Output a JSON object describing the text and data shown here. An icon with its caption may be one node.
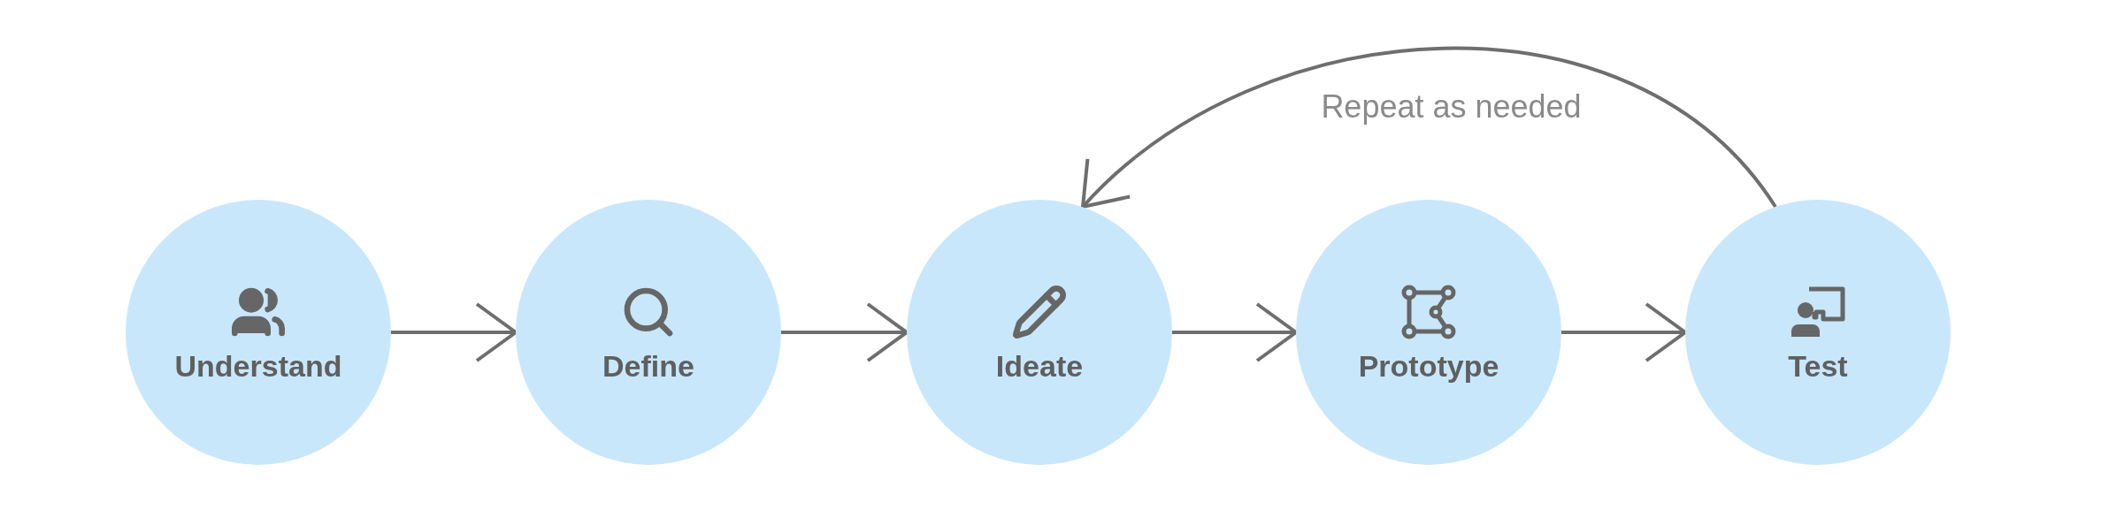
{
  "diagram": {
    "nodes": [
      {
        "text": [
          "Understand"
        ]
      },
      {
        "text": [
          "Define"
        ]
      },
      {
        "text": [
          "Ideate"
        ]
      },
      {
        "text": [
          "Prototype"
        ]
      },
      {
        "text": [
          "Test"
        ]
      }
    ],
    "edges": [
      {
        "from": 0,
        "to": 1,
        "arrow": "to"
      },
      {
        "from": 1,
        "to": 2,
        "arrow": "to"
      },
      {
        "from": 2,
        "to": 3,
        "arrow": "to"
      },
      {
        "from": 3,
        "to": 4,
        "arrow": "to"
      },
      {
        "from": 4,
        "to": 2,
        "arrow": "to",
        "label": "Repeat as needed"
      }
    ]
  }
}
